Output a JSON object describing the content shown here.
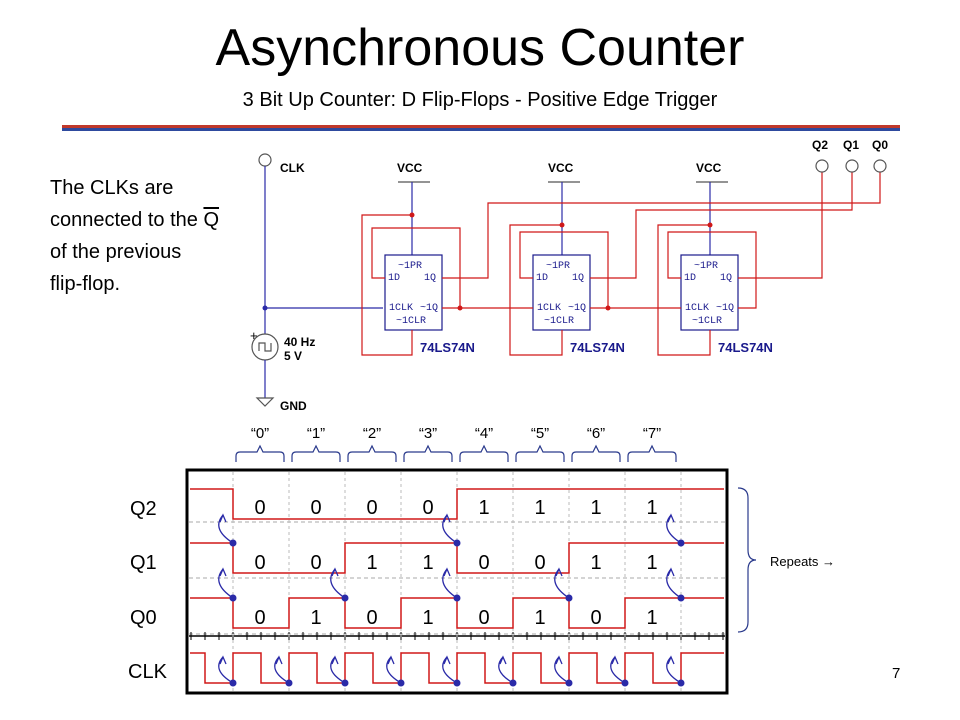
{
  "header": {
    "title": "Asynchronous Counter",
    "subtitle": "3 Bit Up Counter: D Flip-Flops - Positive Edge Trigger"
  },
  "note": {
    "line1": "The CLKs are",
    "line2_prefix": "connected to the ",
    "line2_qbar": "Q",
    "line3": "of the  previous",
    "line4": "flip-flop."
  },
  "schematic": {
    "clk_label": "CLK",
    "vcc_label": "VCC",
    "source_freq": "40 Hz",
    "source_volt": "5 V",
    "gnd_label": "GND",
    "chip_name": "74LS74N",
    "pin_pr": "~1PR",
    "pin_d": "1D",
    "pin_q": "1Q",
    "pin_clk": "1CLK",
    "pin_qn": "~1Q",
    "pin_clr": "~1CLR",
    "outputs": [
      "Q2",
      "Q1",
      "Q0"
    ]
  },
  "timing": {
    "states": [
      "“0”",
      "“1”",
      "“2”",
      "“3”",
      "“4”",
      "“5”",
      "“6”",
      "“7”"
    ],
    "rows": [
      "Q2",
      "Q1",
      "Q0",
      "CLK"
    ],
    "q2_bits": [
      "0",
      "0",
      "0",
      "0",
      "1",
      "1",
      "1",
      "1"
    ],
    "q1_bits": [
      "0",
      "0",
      "1",
      "1",
      "0",
      "0",
      "1",
      "1"
    ],
    "q0_bits": [
      "0",
      "1",
      "0",
      "1",
      "0",
      "1",
      "0",
      "1"
    ],
    "repeats": "Repeats →"
  },
  "page_number": "7",
  "colors": {
    "wire_red": "#d01818",
    "wire_blue": "#2a2aa8",
    "chip": "#1a1a8c"
  }
}
